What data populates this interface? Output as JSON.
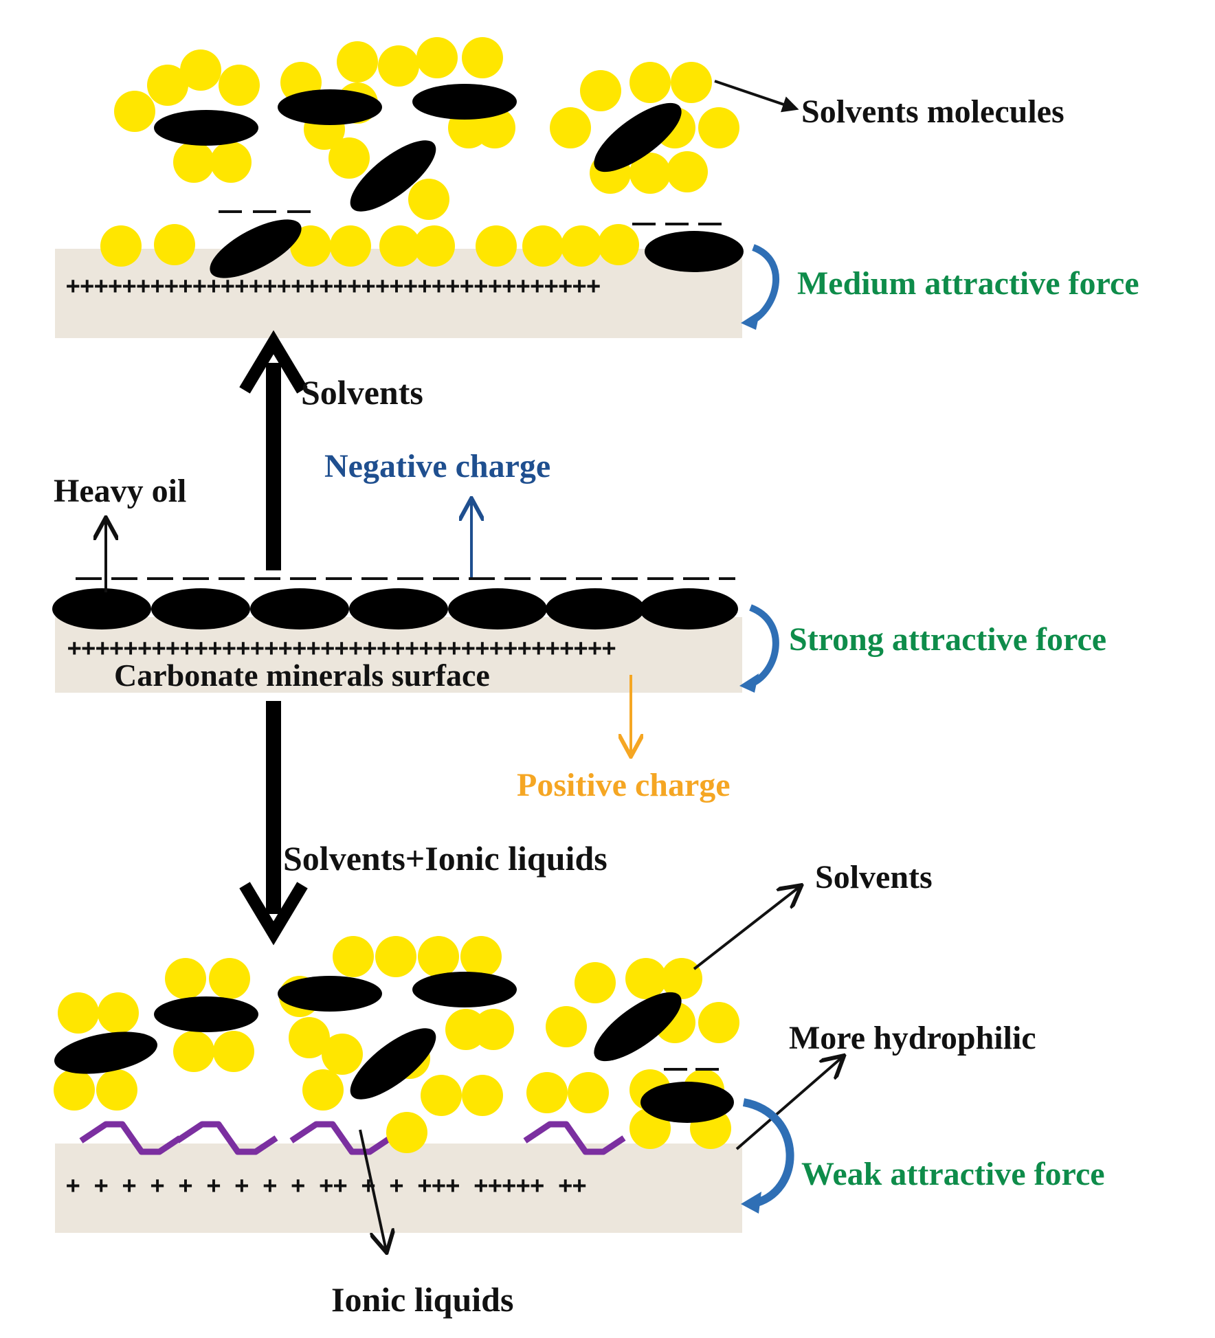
{
  "labels": {
    "solvents_molecules": "Solvents molecules",
    "medium_force": "Medium attractive force",
    "solvents_up": "Solvents",
    "negative_charge": "Negative charge",
    "heavy_oil": "Heavy oil",
    "strong_force": "Strong attractive force",
    "surface": "Carbonate minerals surface",
    "positive_charge": "Positive charge",
    "solvents_il": "Solvents+Ionic liquids",
    "solvents_bottom": "Solvents",
    "more_hydrophilic": "More hydrophilic",
    "weak_force": "Weak attractive force",
    "ionic_liquids": "Ionic liquids"
  },
  "charges": {
    "top_plus": "++++++++++++++++++++++++++++++++++++++",
    "middle_plus": "+++++++++++++++++++++++++++++++++++++++",
    "bottom_plus": "+ +  + + + + + + + ++ + + +++ +++++ ++"
  },
  "colors": {
    "solvent": "#ffe600",
    "oil": "#000000",
    "surface": "#ece6dc",
    "force_arrow": "#2f6fb5",
    "green_label": "#0e8c4a",
    "blue_label": "#1f4f8f",
    "orange_label": "#f5a623",
    "ionic_liquid": "#7b2fa0"
  }
}
